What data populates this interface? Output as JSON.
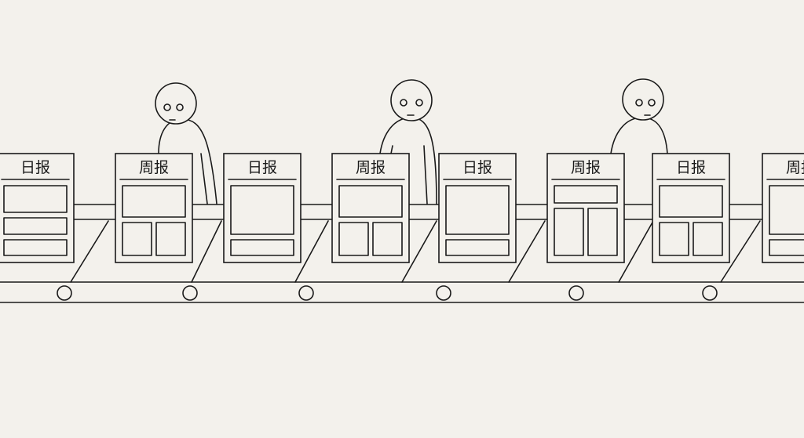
{
  "documents": [
    {
      "title": "日报",
      "layout": "stacked"
    },
    {
      "title": "周报",
      "layout": "top-two"
    },
    {
      "title": "日报",
      "layout": "big-one"
    },
    {
      "title": "周报",
      "layout": "top-two"
    },
    {
      "title": "日报",
      "layout": "big-one"
    },
    {
      "title": "周报",
      "layout": "bar-two"
    },
    {
      "title": "日报",
      "layout": "top-two"
    },
    {
      "title": "周报",
      "layout": "big-one"
    }
  ],
  "colors": {
    "background": "#f3f1ec",
    "ink": "#1a1a1a"
  }
}
